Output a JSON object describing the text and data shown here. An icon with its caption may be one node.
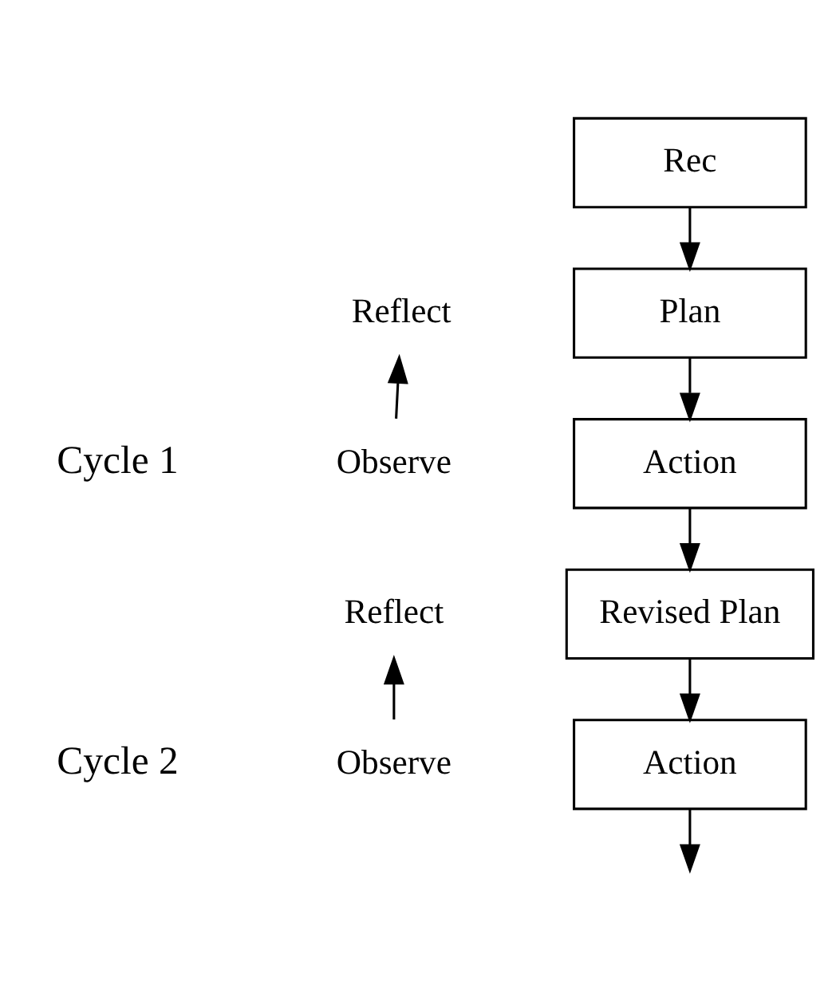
{
  "diagram": {
    "nodes": [
      {
        "text": [
          "Rec"
        ]
      },
      {
        "text": [
          "Plan"
        ]
      },
      {
        "text": [
          "Action"
        ]
      },
      {
        "text": [
          "Observe"
        ]
      },
      {
        "text": [
          "Reflect"
        ]
      },
      {
        "text": [
          "Revised Plan"
        ]
      },
      {
        "text": [
          "Action"
        ]
      },
      {
        "text": [
          "Observe"
        ]
      },
      {
        "text": [
          "Reflect"
        ]
      }
    ],
    "edges": [
      {
        "from": 0,
        "to": 1,
        "arrow": "to"
      },
      {
        "from": 1,
        "to": 2,
        "arrow": "to"
      },
      {
        "from": 3,
        "to": 4,
        "arrow": "to"
      },
      {
        "from": 2,
        "to": 5,
        "arrow": "to"
      },
      {
        "from": 5,
        "to": 6,
        "arrow": "to"
      },
      {
        "from": 7,
        "to": 8,
        "arrow": "to"
      },
      {
        "from": 6,
        "to": null,
        "arrow": "to"
      }
    ],
    "labels": [
      "Cycle 1",
      "Cycle 2"
    ]
  }
}
